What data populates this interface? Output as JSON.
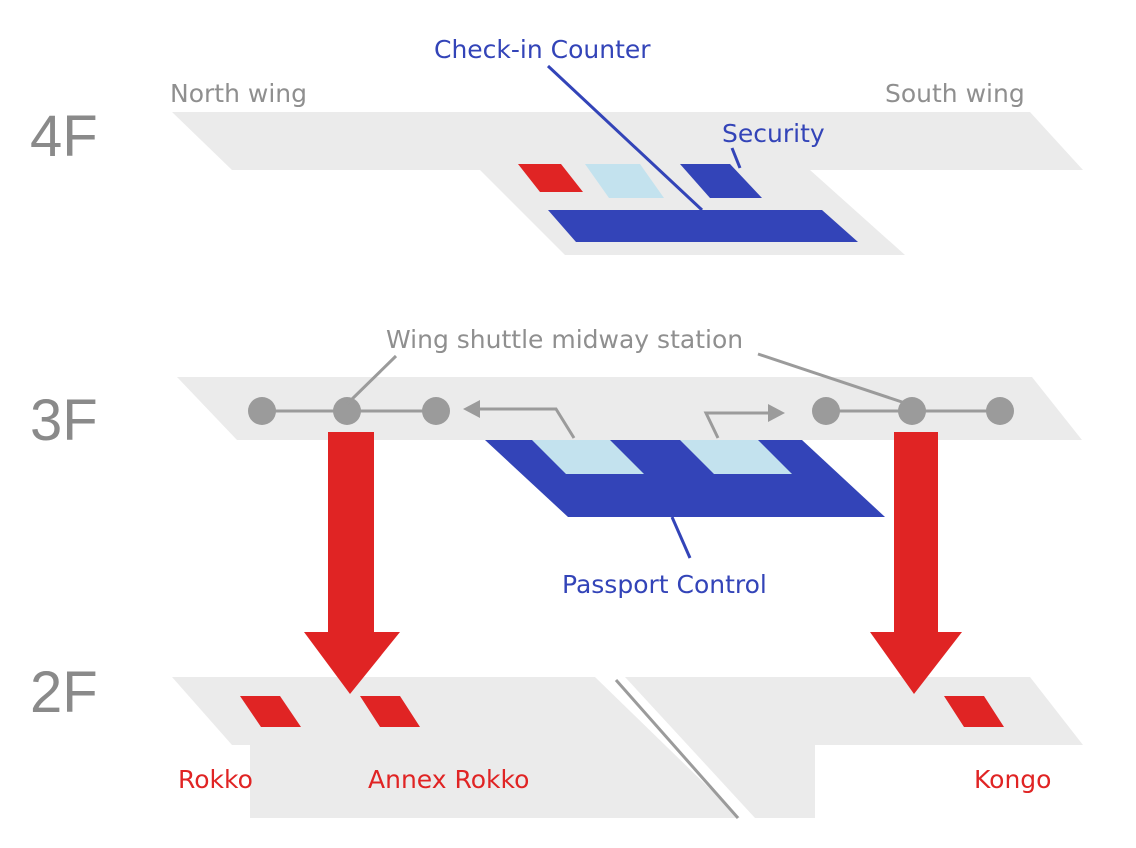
{
  "floors": {
    "f4": "4F",
    "f3": "3F",
    "f2": "2F"
  },
  "wings": {
    "north": "North wing",
    "south": "South wing"
  },
  "labels": {
    "check_in": "Check-in Counter",
    "security": "Security",
    "shuttle_station": "Wing shuttle midway station",
    "passport": "Passport Control",
    "rokko": "Rokko",
    "annex_rokko": "Annex Rokko",
    "kongo": "Kongo"
  },
  "colors": {
    "floor_plate": "#ebebeb",
    "blue": "#3344b8",
    "light_blue": "#c3e2ee",
    "red": "#e02424",
    "grey": "#9b9b9b"
  }
}
